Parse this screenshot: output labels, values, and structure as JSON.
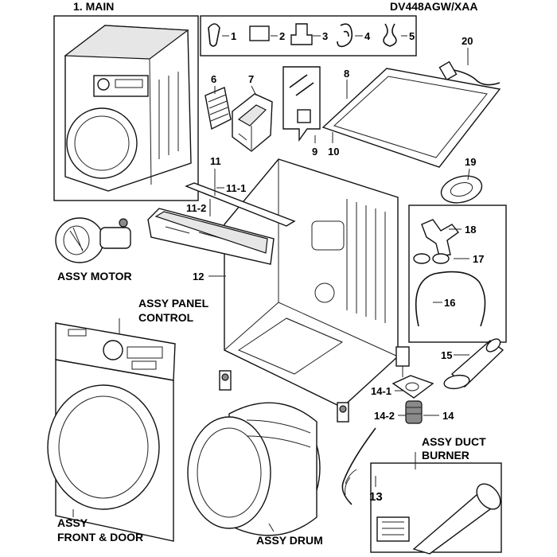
{
  "header": {
    "section_title": "1. MAIN",
    "model_number": "DV448AGW/XAA"
  },
  "callouts": {
    "c1": "1",
    "c2": "2",
    "c3": "3",
    "c4": "4",
    "c5": "5",
    "c6": "6",
    "c7": "7",
    "c8": "8",
    "c9": "9",
    "c10": "10",
    "c11": "11",
    "c11_1": "11-1",
    "c11_2": "11-2",
    "c12": "12",
    "c13": "13",
    "c14": "14",
    "c14_1": "14-1",
    "c14_2": "14-2",
    "c15": "15",
    "c16": "16",
    "c17": "17",
    "c18": "18",
    "c19": "19",
    "c20": "20"
  },
  "assemblies": {
    "motor": "ASSY MOTOR",
    "panel_line1": "ASSY PANEL",
    "panel_line2": "CONTROL",
    "front_line1": "ASSY",
    "front_line2": "FRONT & DOOR",
    "drum": "ASSY DRUM",
    "duct_line1": "ASSY DUCT",
    "duct_line2": "BURNER"
  }
}
